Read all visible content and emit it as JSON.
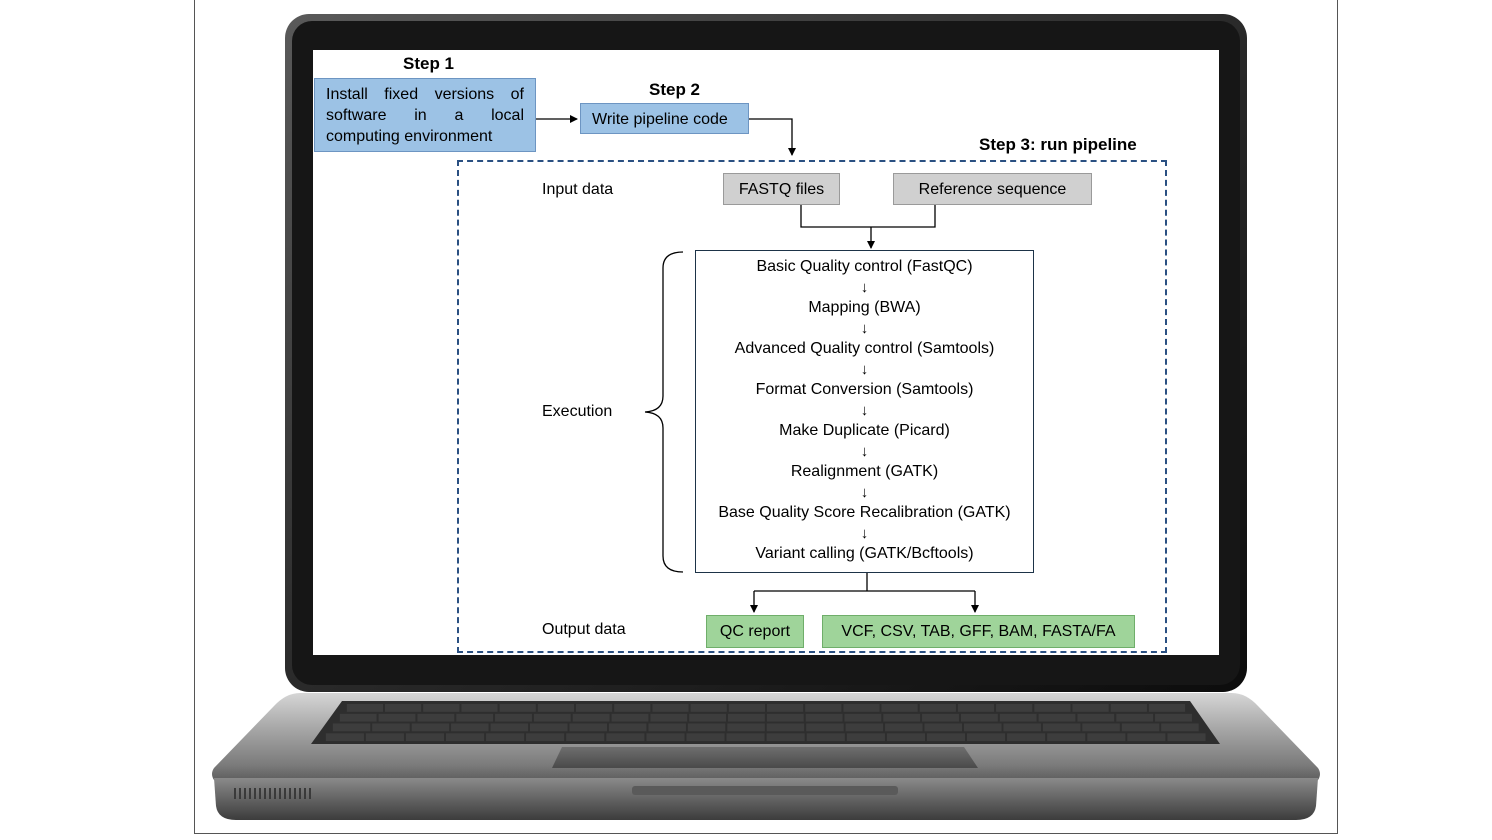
{
  "step1": {
    "title": "Step 1",
    "text": "Install fixed versions of software in a local computing environment"
  },
  "step2": {
    "title": "Step 2",
    "text": "Write pipeline code"
  },
  "step3": {
    "title": "Step 3: run pipeline",
    "input_label": "Input data",
    "inputs": [
      "FASTQ files",
      "Reference sequence"
    ],
    "execution_label": "Execution",
    "execution_steps": [
      "Basic Quality control (FastQC)",
      "Mapping (BWA)",
      "Advanced Quality control (Samtools)",
      "Format Conversion (Samtools)",
      "Make Duplicate (Picard)",
      "Realignment (GATK)",
      "Base Quality Score Recalibration (GATK)",
      "Variant calling (GATK/Bcftools)"
    ],
    "arrow_glyph": "↓",
    "output_label": "Output data",
    "outputs": [
      "QC report",
      "VCF, CSV, TAB, GFF, BAM, FASTA/FA"
    ]
  },
  "colors": {
    "step_box": "#9cc2e5",
    "input_box": "#d0d0d0",
    "output_box": "#9fd49a",
    "frame": "#2a5082",
    "laptop_bezel": "#1e1e1e"
  }
}
